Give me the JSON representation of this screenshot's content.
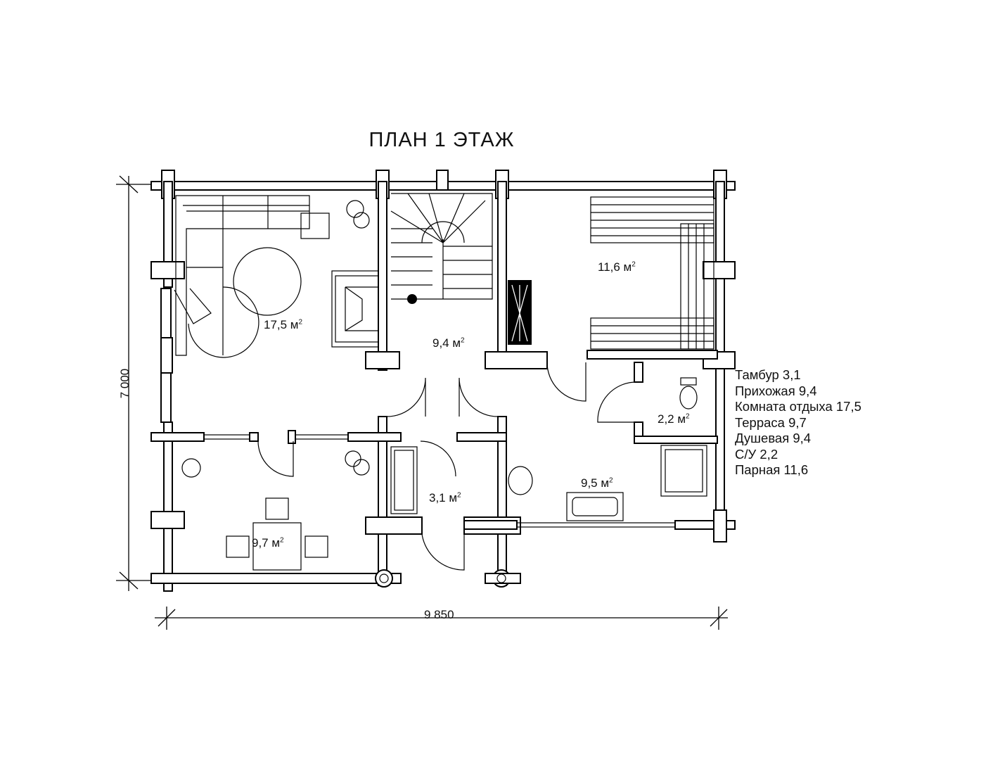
{
  "title": "ПЛАН 1 ЭТАЖ",
  "rooms": [
    {
      "label": "17,5 м",
      "sup": "2"
    },
    {
      "label": "9,4 м",
      "sup": "2"
    },
    {
      "label": "11,6 м",
      "sup": "2"
    },
    {
      "label": "2,2 м",
      "sup": "2"
    },
    {
      "label": "9,5 м",
      "sup": "2"
    },
    {
      "label": "3,1 м",
      "sup": "2"
    },
    {
      "label": "9,7 м",
      "sup": "2"
    }
  ],
  "legend": [
    "Тамбур 3,1",
    "Прихожая 9,4",
    "Комната отдыха 17,5",
    "Терраса 9,7",
    "Душевая 9,4",
    "С/У 2,2",
    "Парная 11,6"
  ],
  "dimensions": {
    "height": "7 000",
    "width": "9 850"
  }
}
